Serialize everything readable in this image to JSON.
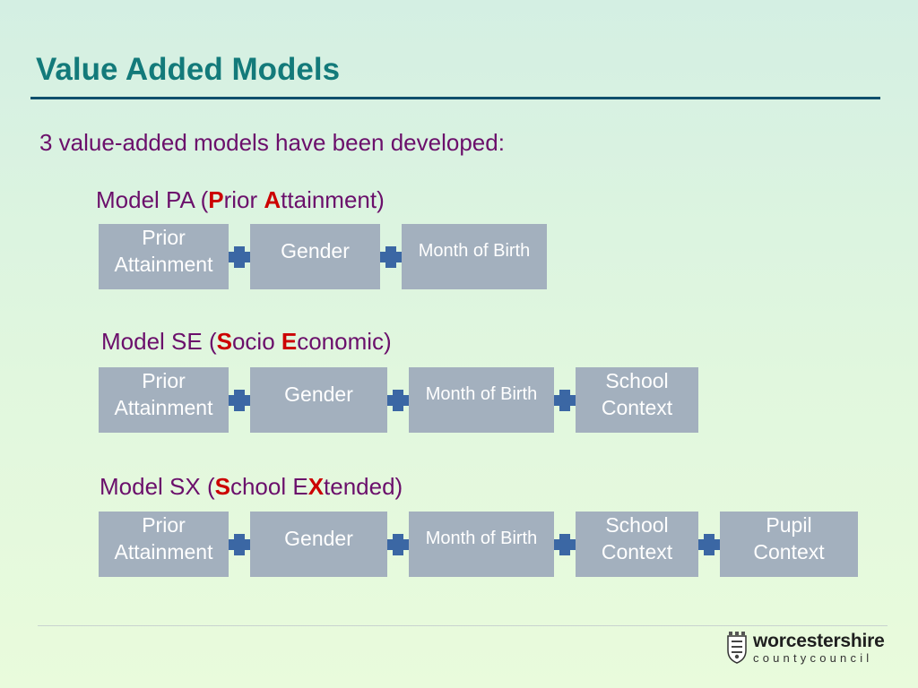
{
  "title": "Value Added Models",
  "intro": "3 value-added models have been developed:",
  "models": [
    {
      "heading": {
        "prefix": "Model PA (",
        "h1": "P",
        "mid": "rior ",
        "h2": "A",
        "suffix": "ttainment)"
      },
      "boxes": [
        "Prior\nAttainment",
        "Gender",
        "Month of Birth"
      ]
    },
    {
      "heading": {
        "prefix": "Model SE (",
        "h1": "S",
        "mid": "ocio ",
        "h2": "E",
        "suffix": "conomic)"
      },
      "boxes": [
        "Prior\nAttainment",
        "Gender",
        "Month of Birth",
        "School\nContext"
      ]
    },
    {
      "heading": {
        "prefix": "Model SX (",
        "h1": "S",
        "mid": "chool E",
        "h2": "X",
        "suffix": "tended)"
      },
      "boxes": [
        "Prior\nAttainment",
        "Gender",
        "Month of Birth",
        "School\nContext",
        "Pupil\nContext"
      ]
    }
  ],
  "logo": {
    "main": "worcestershire",
    "sub": "countycouncil"
  },
  "colors": {
    "title": "#137a7a",
    "text": "#6b0f6b",
    "highlight": "#cc0000",
    "box": "#a3b0be",
    "plus": "#3b67a4"
  }
}
